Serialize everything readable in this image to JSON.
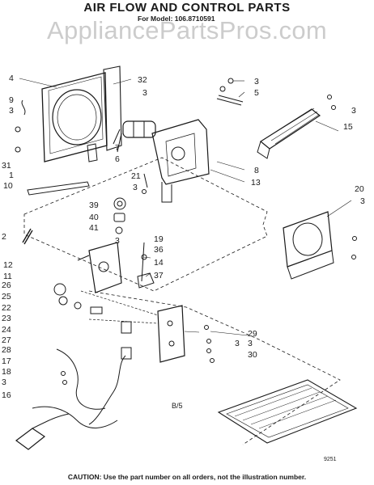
{
  "header": {
    "title": "AIR FLOW AND CONTROL PARTS",
    "model_line": "For Model: 106.8710591",
    "watermark": "AppliancePartsPros.com"
  },
  "diagram": {
    "callouts": [
      "4",
      "32",
      "9",
      "3",
      "3",
      "3",
      "5",
      "3",
      "15",
      "7",
      "6",
      "31",
      "1",
      "10",
      "8",
      "13",
      "21",
      "3",
      "20",
      "3",
      "39",
      "40",
      "41",
      "2",
      "12",
      "11",
      "3",
      "19",
      "36",
      "14",
      "37",
      "26",
      "25",
      "22",
      "23",
      "24",
      "27",
      "29",
      "3",
      "3",
      "30",
      "28",
      "17",
      "18",
      "3",
      "16"
    ],
    "sheet_ref": "B/5",
    "drawing_code": "9251"
  },
  "footer": {
    "caution": "CAUTION: Use the part number on all orders, not the illustration number."
  }
}
